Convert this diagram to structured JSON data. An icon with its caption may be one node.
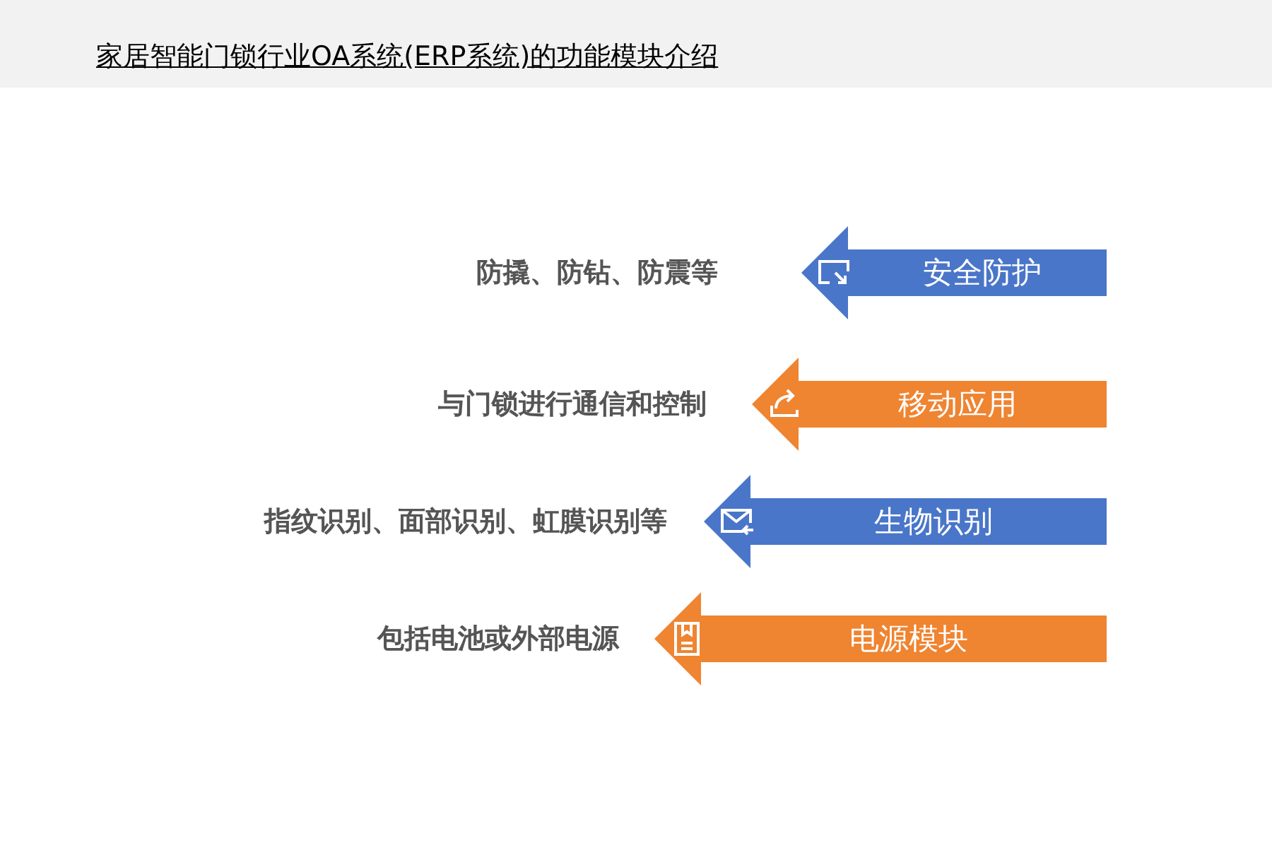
{
  "diagram": {
    "title": "家居智能门锁行业OA系统(ERP系统)的功能模块介绍",
    "nodes": [
      {
        "text": [
          "安全防护"
        ],
        "beside": [
          "防撬、防钻、防震等"
        ]
      },
      {
        "text": [
          "移动应用"
        ],
        "beside": [
          "与门锁进行通信和控制"
        ]
      },
      {
        "text": [
          "生物识别"
        ],
        "beside": [
          "指纹识别、面部识别、虹膜识别等"
        ]
      },
      {
        "text": [
          "电源模块"
        ],
        "beside": [
          "包括电池或外部电源"
        ]
      }
    ]
  }
}
